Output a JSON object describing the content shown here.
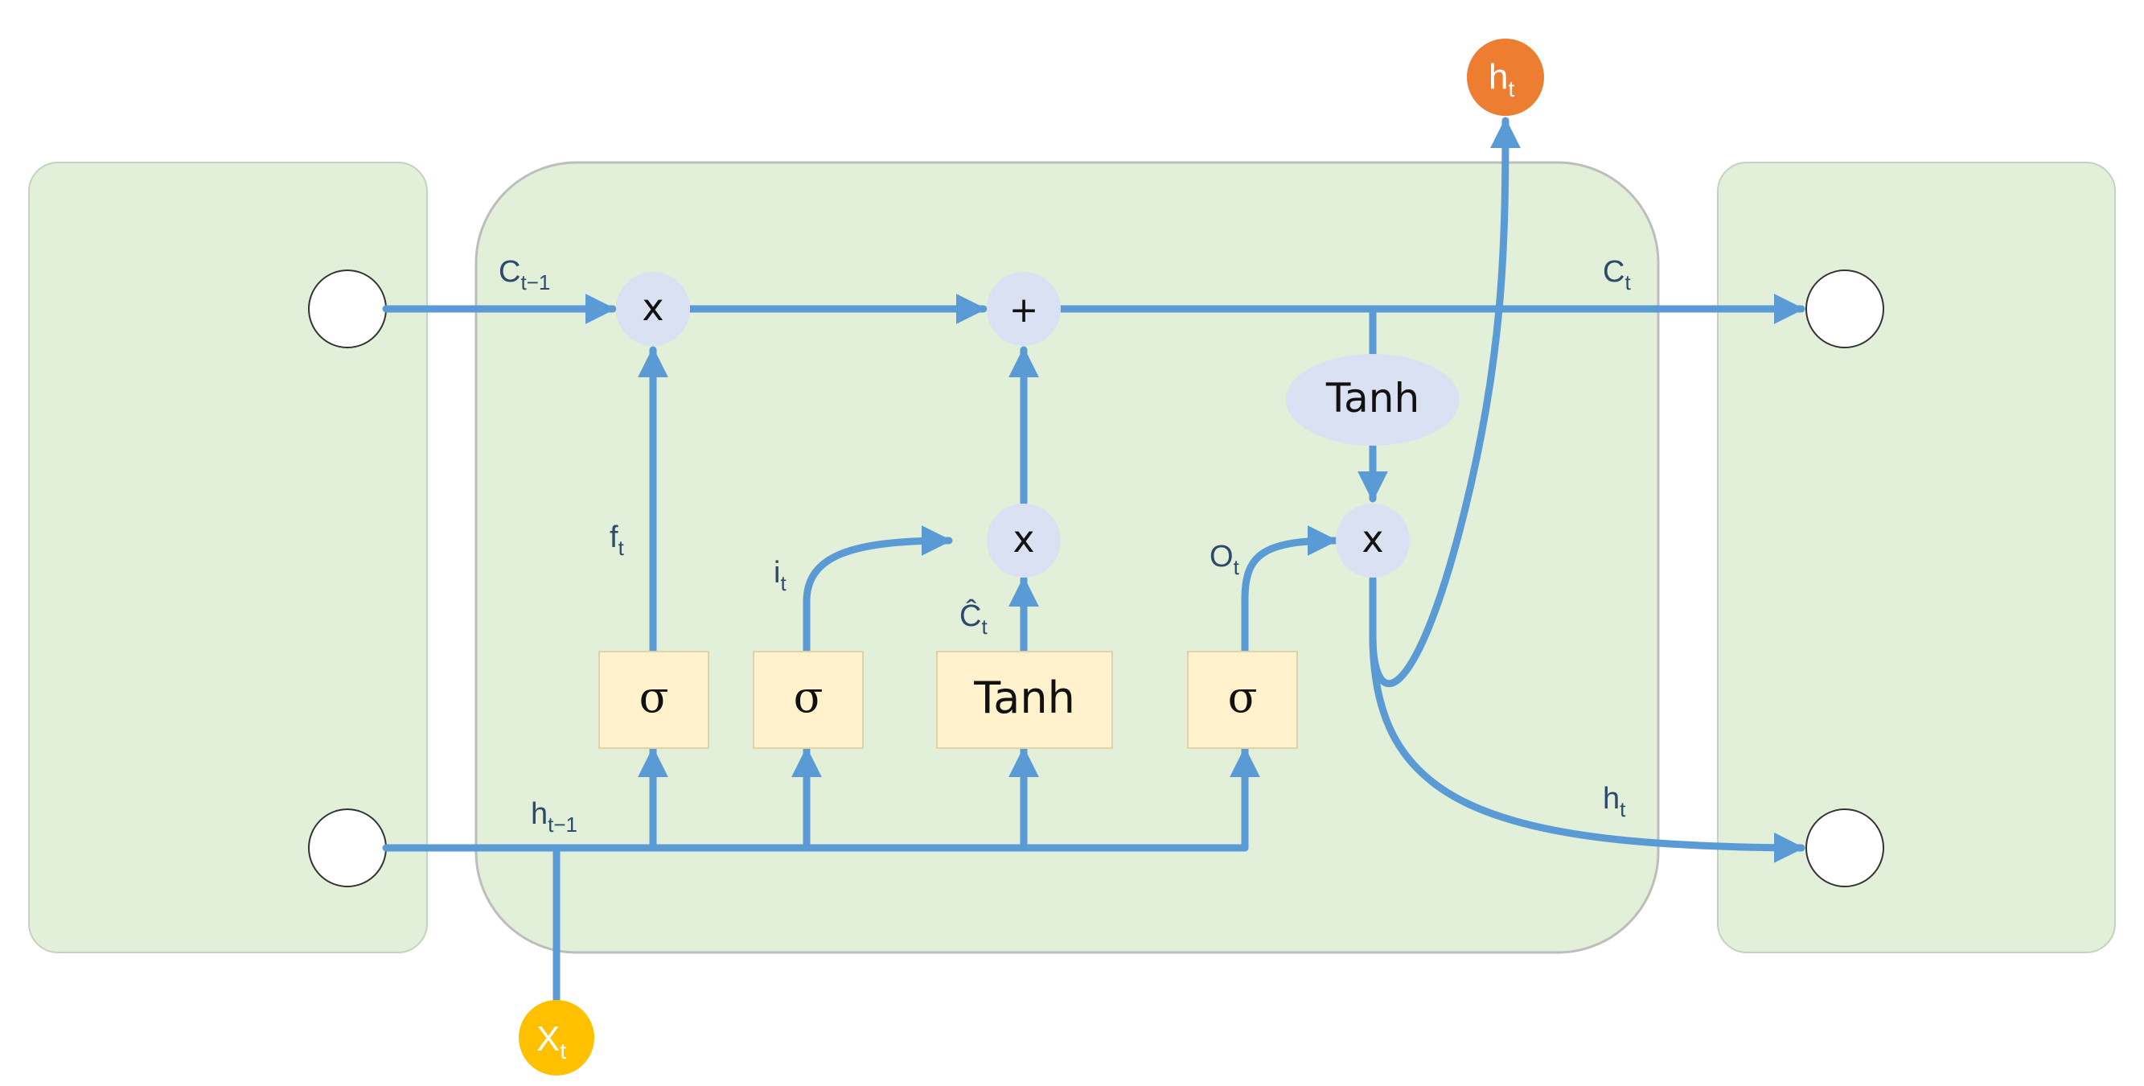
{
  "colors": {
    "panel_fill": "#e2efd9",
    "panel_stroke": "#c4d3bf",
    "cell_stroke": "#bdbdbd",
    "line": "#5b9bd5",
    "op_fill": "#d9e1f2",
    "gate_fill": "#fff2cc",
    "label": "#2e4a6b",
    "input_node": "#ffc000",
    "output_node": "#ed7d31"
  },
  "labels": {
    "c_prev": {
      "main": "C",
      "sub": "t−1"
    },
    "c_t": {
      "main": "C",
      "sub": "t"
    },
    "h_prev": {
      "main": "h",
      "sub": "t−1"
    },
    "h_t": {
      "main": "h",
      "sub": "t"
    },
    "f_t": {
      "main": "f",
      "sub": "t"
    },
    "i_t": {
      "main": "i",
      "sub": "t"
    },
    "c_hat": {
      "main": "Ĉ",
      "sub": "t"
    },
    "o_t": {
      "main": "O",
      "sub": "t"
    }
  },
  "ops": {
    "forget_mult": "x",
    "add": "+",
    "input_mult": "x",
    "output_mult": "x"
  },
  "gates": {
    "forget": "σ",
    "input": "σ",
    "candidate": "Tanh",
    "output": "σ"
  },
  "cell_tanh": "Tanh",
  "nodes": {
    "input": {
      "main": "X",
      "sub": "t"
    },
    "output": {
      "main": "h",
      "sub": "t"
    }
  }
}
